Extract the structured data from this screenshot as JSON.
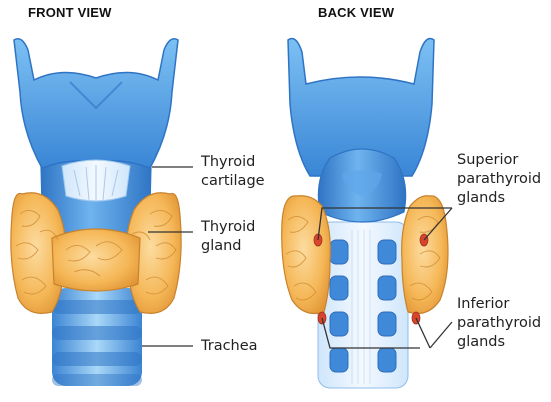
{
  "views": {
    "front": {
      "title": "FRONT VIEW"
    },
    "back": {
      "title": "BACK VIEW"
    }
  },
  "labels": {
    "thyroid_cartilage": [
      "Thyroid",
      "cartilage"
    ],
    "thyroid_gland": [
      "Thyroid",
      "gland"
    ],
    "trachea": "Trachea",
    "superior_parathyroid": [
      "Superior",
      "parathyroid",
      "glands"
    ],
    "inferior_parathyroid": [
      "Inferior",
      "parathyroid",
      "glands"
    ]
  },
  "colors": {
    "cartilage_blue": "#4a9be3",
    "cartilage_dark": "#2f74c4",
    "cartilage_light": "#9fd0f5",
    "gland_orange": "#f2b04d",
    "gland_light": "#fbd38f",
    "gland_dark": "#d8892a",
    "parathyroid_red": "#d8452d",
    "leader_line": "#333333"
  }
}
